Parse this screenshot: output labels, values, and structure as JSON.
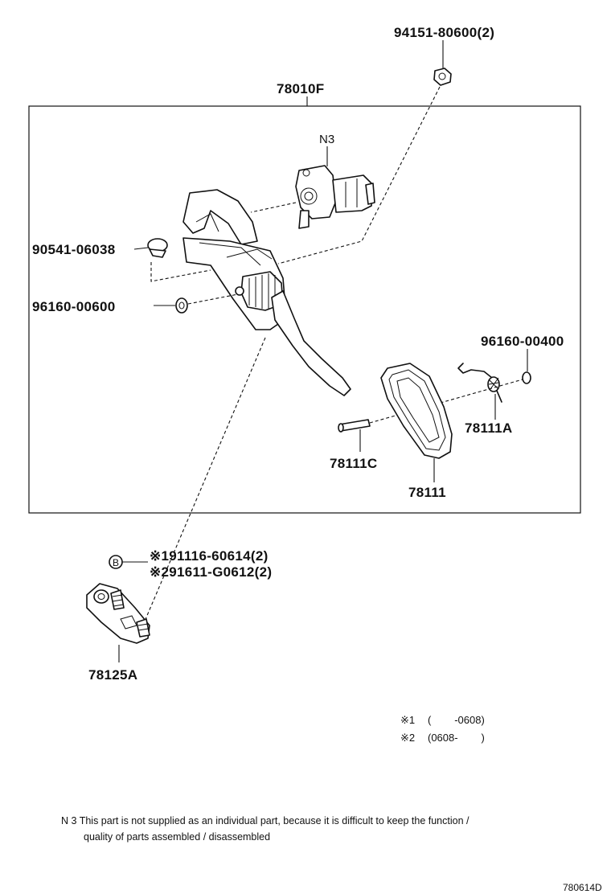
{
  "diagram": {
    "assembly_label": "78010F",
    "parts": {
      "nut": "94151-80600(2)",
      "sensor_note_ref": "N3",
      "clip": "90541-06038",
      "bushing_left": "96160-00600",
      "bushing_right": "96160-00400",
      "spring": "78111A",
      "pin": "78111C",
      "pad": "78111",
      "bracket": "78125A",
      "bolt_1": "※191116-60614(2)",
      "bolt_2": "※291611-G0612(2)",
      "bolt_marker": "B"
    },
    "legend": {
      "line_1_mark": "※1",
      "line_1_range": "(        -0608)",
      "line_2_mark": "※2",
      "line_2_range": "(0608-        )"
    },
    "note": {
      "line_1": "N 3 This part is not supplied as an individual part, because it is difficult to keep the function /",
      "line_2": "quality of parts assembled / disassembled"
    },
    "drawing_code": "780614D"
  }
}
